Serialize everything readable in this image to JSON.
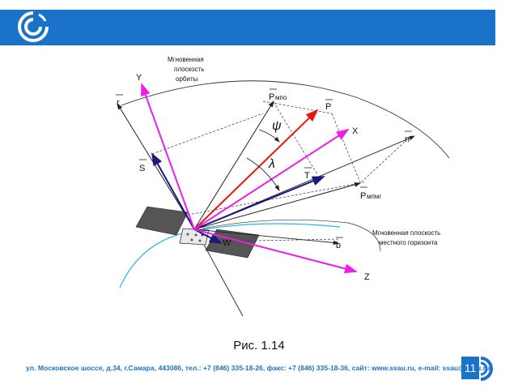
{
  "header": {
    "logo_icon": "ssau-logo-icon",
    "color": "#1a73c8"
  },
  "diagram": {
    "plane_orbit_label": [
      "Мгновенная",
      "плоскость",
      "орбиты"
    ],
    "plane_horizon_label": [
      "Мгновенная плоскость",
      "местного горизонта"
    ],
    "labels": {
      "Y": "Y",
      "r": "r",
      "S": "S",
      "P_mpo": "P",
      "P_mpo_sub": "мпо",
      "P": "P",
      "X": "X",
      "psi": "ψ",
      "lambda": "λ",
      "T": "T",
      "n": "n",
      "P_mpmg": "P",
      "P_mpmg_sub": "мпмг",
      "W": "W",
      "b": "b",
      "Z": "Z"
    },
    "colors": {
      "magenta": "#ee1ee8",
      "red": "#ee1111",
      "navy": "#1a1a7a",
      "cyan": "#29b6e6"
    }
  },
  "caption": "Рис. 1.14",
  "footer": {
    "address": "ул. Московское шоссе, д.34, г.Самара, 443086, тел.: +7 (846) 335-18-26, факс: +7 (846) 335-18-36, сайт: www.ssau.ru, e-mail: ssau@ssau.ru",
    "page_number": "11"
  }
}
